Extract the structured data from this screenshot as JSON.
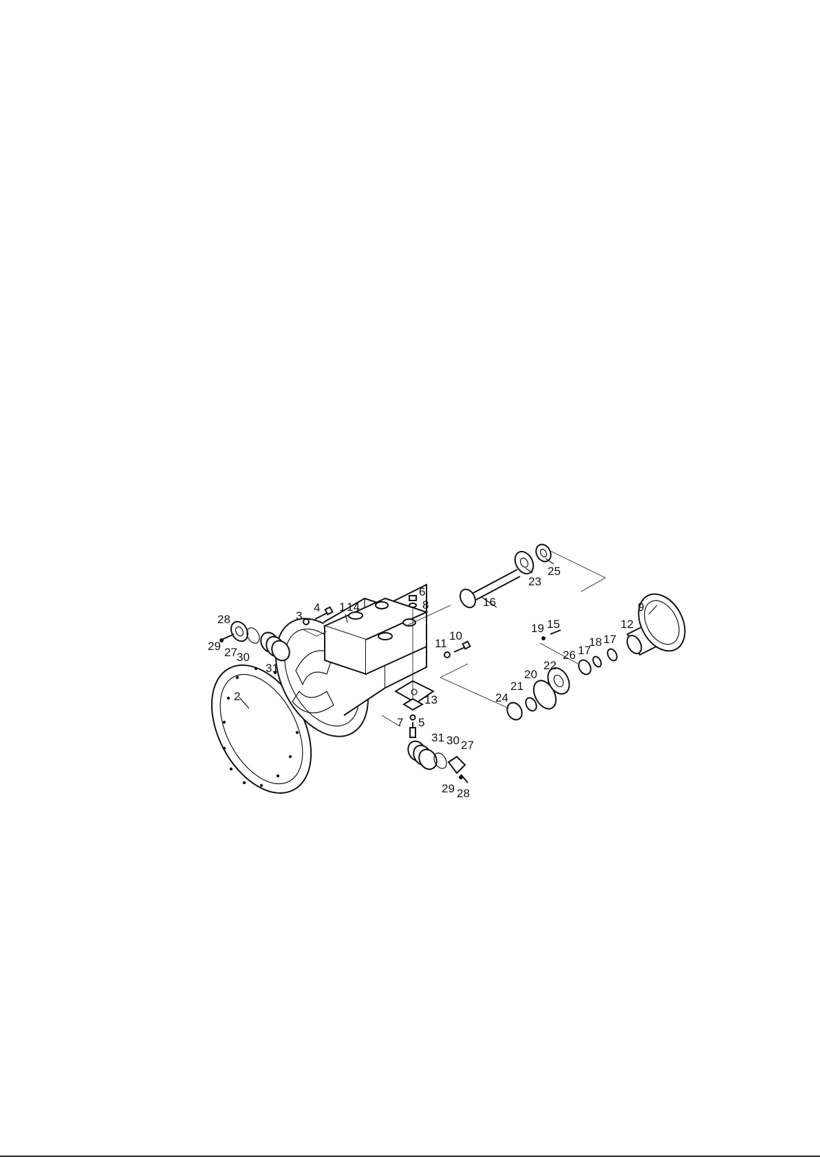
{
  "diagram": {
    "callouts": [
      {
        "id": "2",
        "text": "2"
      },
      {
        "id": "3",
        "text": "3"
      },
      {
        "id": "4",
        "text": "4"
      },
      {
        "id": "1",
        "text": "1"
      },
      {
        "id": "14",
        "text": "14"
      },
      {
        "id": "6",
        "text": "6"
      },
      {
        "id": "8",
        "text": "8"
      },
      {
        "id": "16",
        "text": "16"
      },
      {
        "id": "23",
        "text": "23"
      },
      {
        "id": "25",
        "text": "25"
      },
      {
        "id": "9",
        "text": "9"
      },
      {
        "id": "12",
        "text": "12"
      },
      {
        "id": "19",
        "text": "19"
      },
      {
        "id": "15",
        "text": "15"
      },
      {
        "id": "11",
        "text": "11"
      },
      {
        "id": "10",
        "text": "10"
      },
      {
        "id": "26",
        "text": "26"
      },
      {
        "id": "17a",
        "text": "17"
      },
      {
        "id": "18",
        "text": "18"
      },
      {
        "id": "17b",
        "text": "17"
      },
      {
        "id": "22",
        "text": "22"
      },
      {
        "id": "20",
        "text": "20"
      },
      {
        "id": "21",
        "text": "21"
      },
      {
        "id": "24",
        "text": "24"
      },
      {
        "id": "13",
        "text": "13"
      },
      {
        "id": "7",
        "text": "7"
      },
      {
        "id": "5",
        "text": "5"
      },
      {
        "id": "31b",
        "text": "31"
      },
      {
        "id": "30b",
        "text": "30"
      },
      {
        "id": "27b",
        "text": "27"
      },
      {
        "id": "29b",
        "text": "29"
      },
      {
        "id": "28b",
        "text": "28"
      },
      {
        "id": "28a",
        "text": "28"
      },
      {
        "id": "29a",
        "text": "29"
      },
      {
        "id": "27a",
        "text": "27"
      },
      {
        "id": "30a",
        "text": "30"
      },
      {
        "id": "31a",
        "text": "31"
      }
    ]
  }
}
